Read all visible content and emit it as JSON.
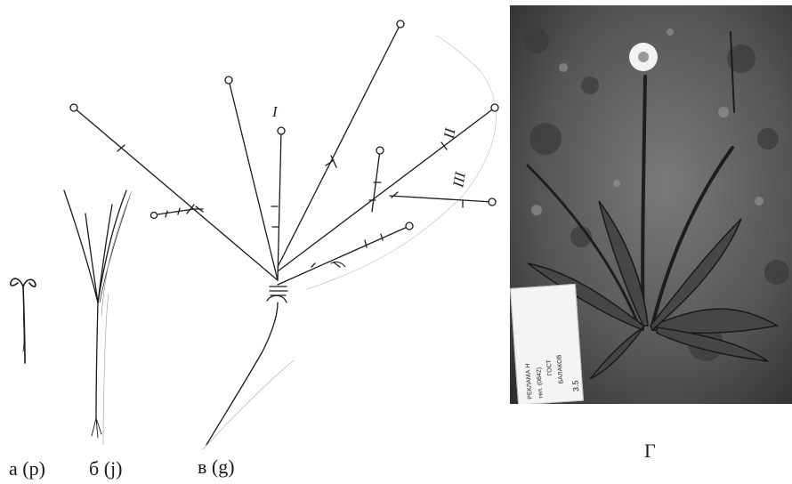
{
  "figure": {
    "panels": [
      {
        "id": "a",
        "label": "а (p)"
      },
      {
        "id": "b",
        "label": "б (j)"
      },
      {
        "id": "v",
        "label": "в (g)"
      },
      {
        "id": "g",
        "label": "Г"
      }
    ],
    "branch_marks": [
      "I",
      "II",
      "III"
    ],
    "colors": {
      "ink": "#1a1a1a",
      "photo_dark": "#3c3c3c",
      "photo_light": "#8a8a8a",
      "tag": "#f4f4f4"
    },
    "photo_tag_lines": [
      "РЕКЛАМА Н",
      "тел. (0842)",
      "ГОСТ",
      "БАЛАКОВ",
      "3.5"
    ]
  }
}
